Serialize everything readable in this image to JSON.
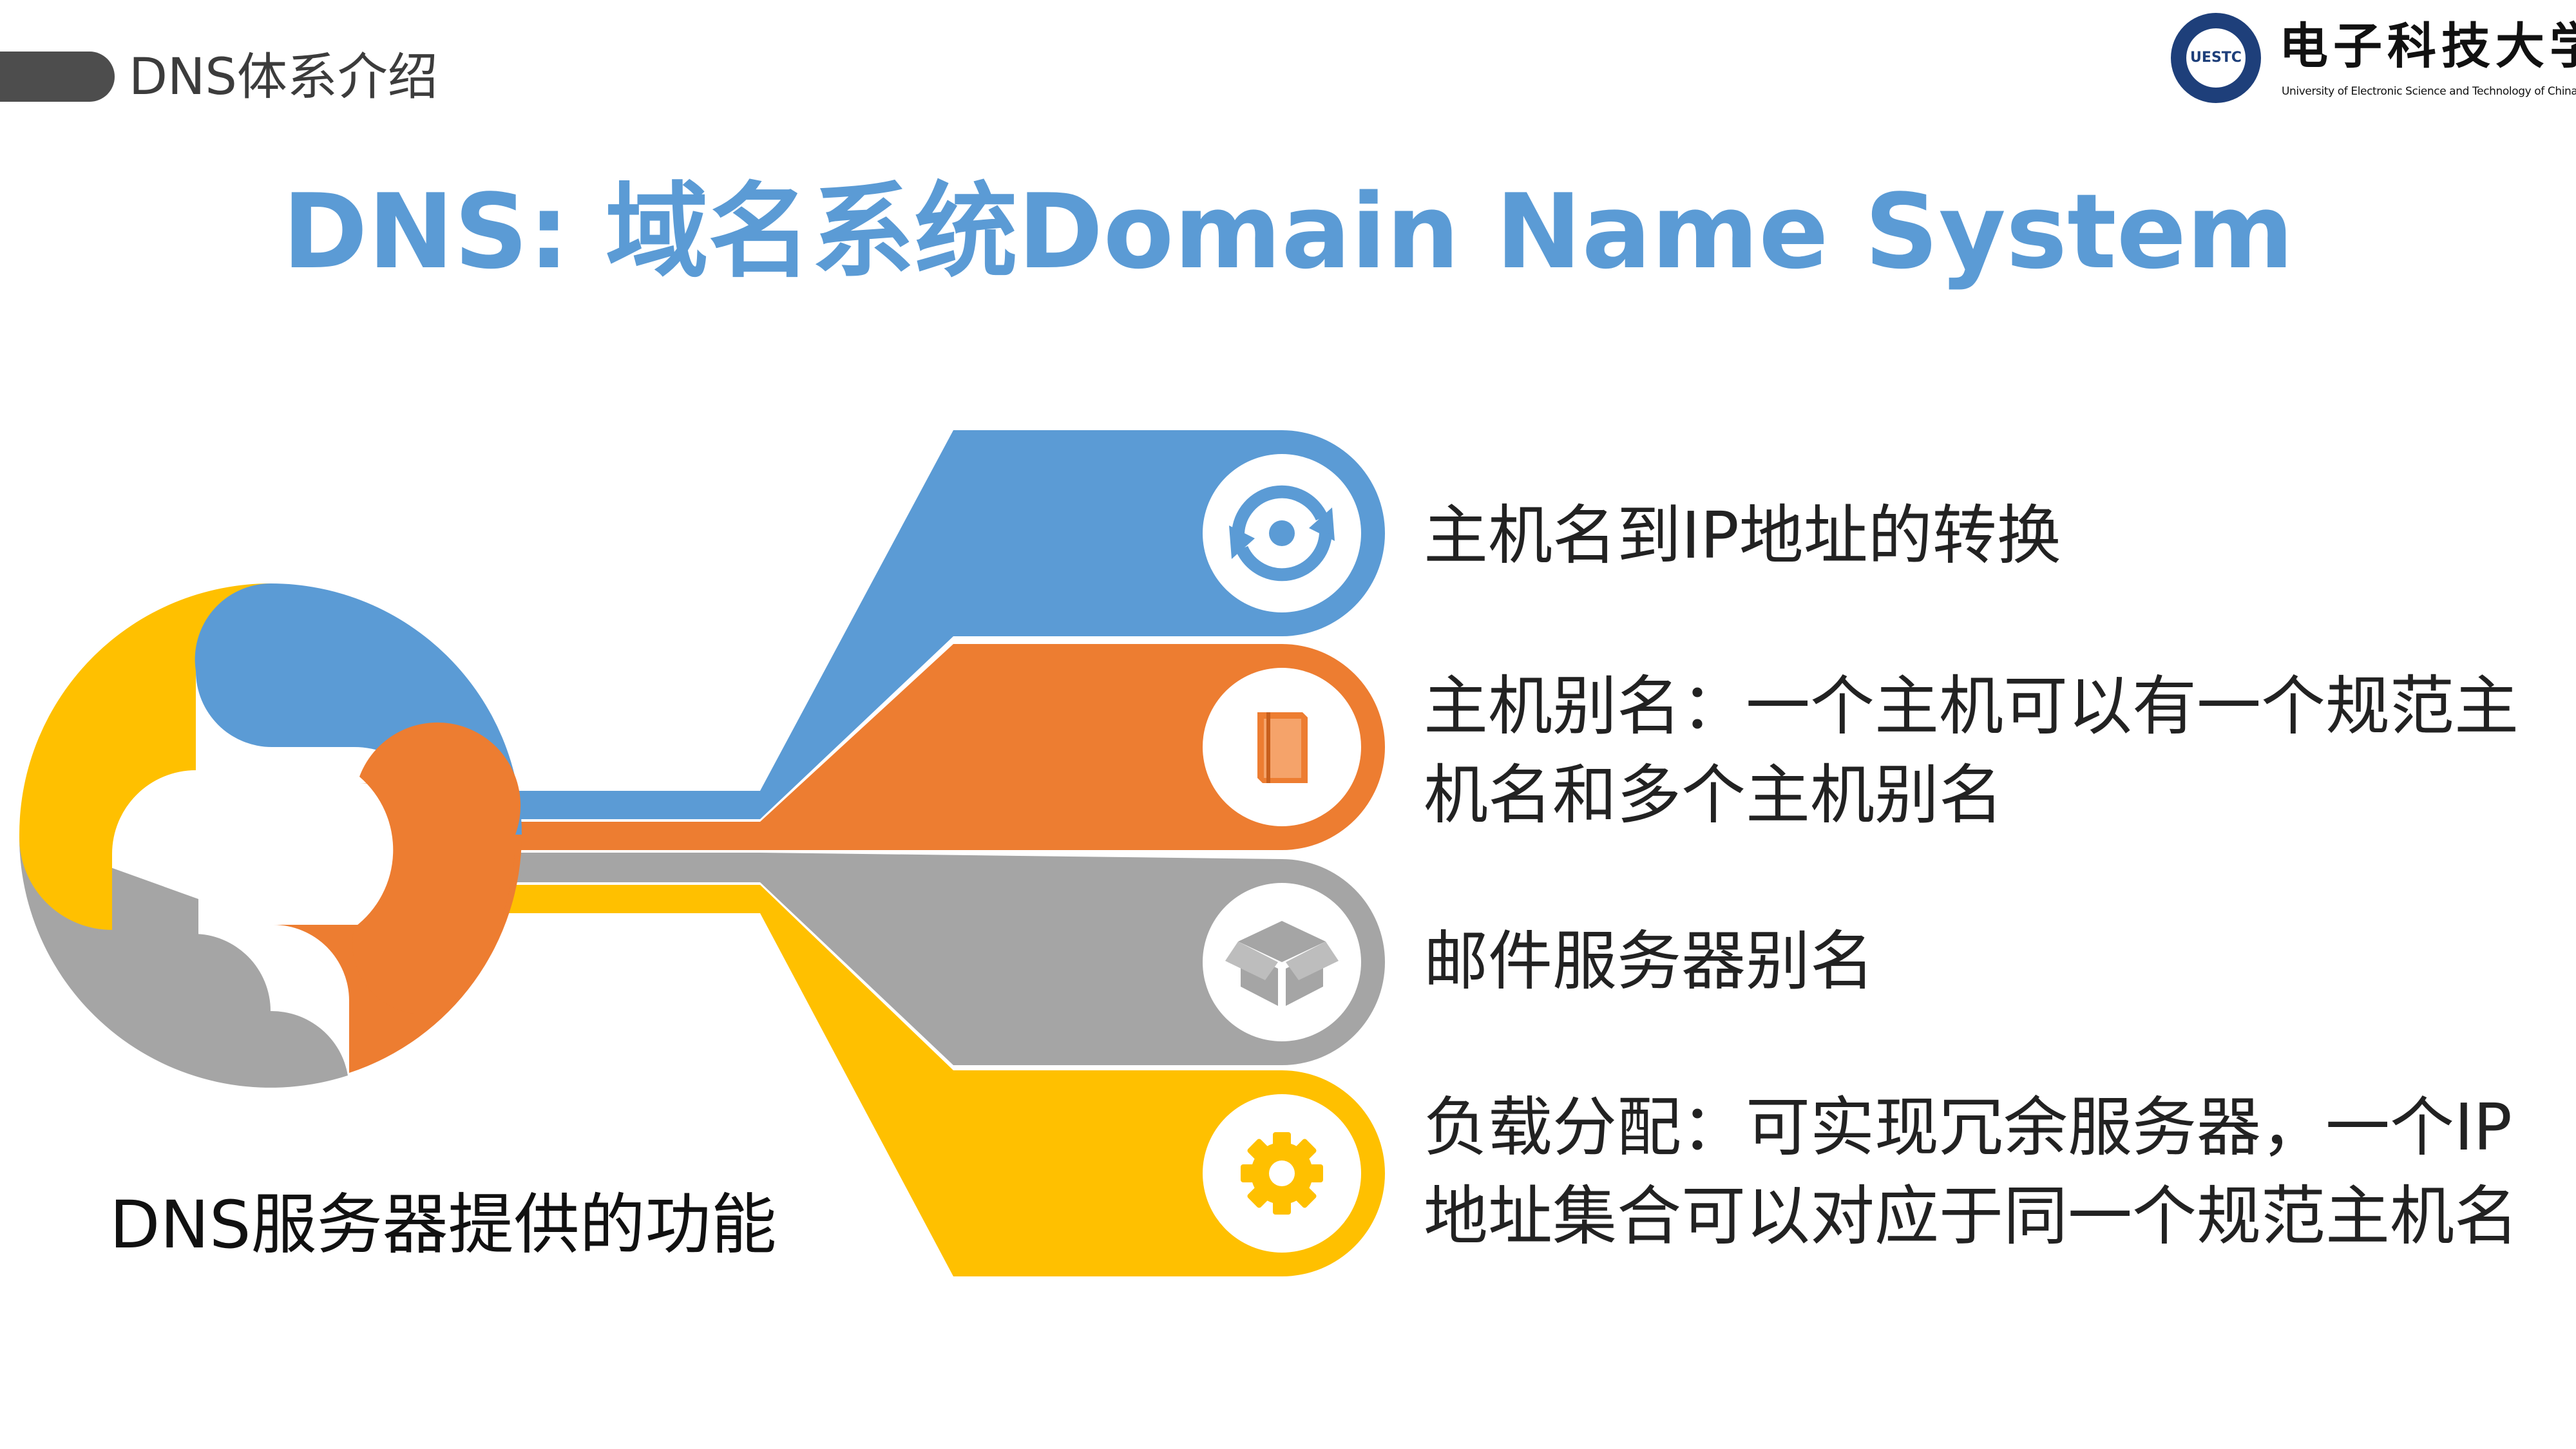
{
  "header": {
    "section_label": "DNS体系介绍"
  },
  "logo": {
    "seal_text": "UESTC",
    "name_cn": "电子科技大学",
    "name_en": "University of Electronic Science and Technology of China"
  },
  "title": "DNS: 域名系统Domain Name System",
  "diagram": {
    "center_label": "DNS服务器提供的功能",
    "items": [
      {
        "text": "主机名到IP地址的转换",
        "color": "#5b9bd5",
        "icon": "sync-arrows-icon"
      },
      {
        "text": "主机别名：一个主机可以有一个规范主机名和多个主机别名",
        "color": "#ed7d31",
        "icon": "book-icon"
      },
      {
        "text": "邮件服务器别名",
        "color": "#a5a5a5",
        "icon": "box-icon"
      },
      {
        "text": "负载分配：可实现冗余服务器，一个IP地址集合可以对应于同一个规范主机名",
        "color": "#ffc000",
        "icon": "gear-icon"
      }
    ]
  }
}
